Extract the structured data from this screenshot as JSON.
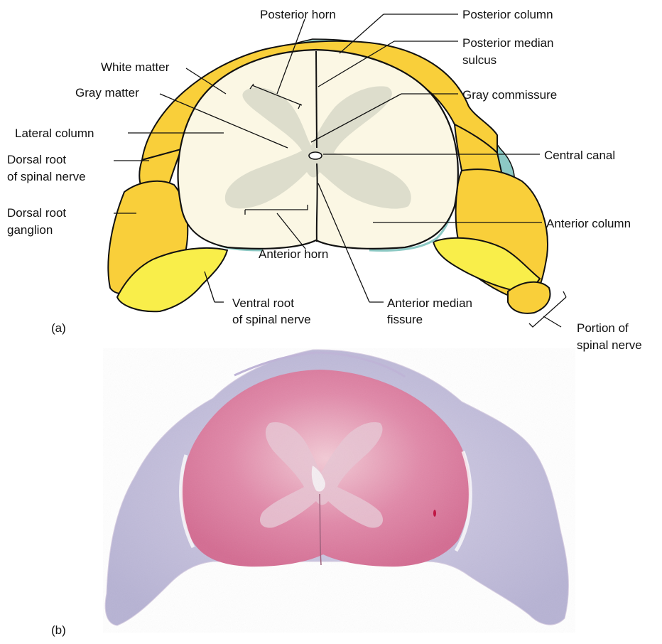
{
  "panel_a": {
    "caption": "(a)",
    "labels": {
      "posterior_horn": "Posterior horn",
      "posterior_column": "Posterior column",
      "posterior_median_sulcus_1": "Posterior median",
      "posterior_median_sulcus_2": "sulcus",
      "white_matter": "White matter",
      "gray_matter": "Gray matter",
      "gray_commissure": "Gray commissure",
      "lateral_column": "Lateral column",
      "dorsal_root_1": "Dorsal root",
      "dorsal_root_2": "of spinal nerve",
      "central_canal": "Central canal",
      "dorsal_root_ganglion_1": "Dorsal root",
      "dorsal_root_ganglion_2": "ganglion",
      "anterior_column": "Anterior column",
      "anterior_horn": "Anterior horn",
      "ventral_root_1": "Ventral root",
      "ventral_root_2": "of spinal nerve",
      "anterior_median_fissure_1": "Anterior median",
      "anterior_median_fissure_2": "fissure",
      "portion_spinal_nerve_1": "Portion of",
      "portion_spinal_nerve_2": "spinal nerve"
    },
    "colors": {
      "nerve_yellow": "#f9cf3a",
      "nerve_light_yellow": "#f9ee4a",
      "white_matter": "#fbf7e4",
      "gray_matter": "#ddddcc",
      "meninges": "#8cc9c4",
      "outline": "#111111"
    }
  },
  "panel_b": {
    "caption": "(b)",
    "colors": {
      "tissue_pink": "#d9739a",
      "tissue_lavender": "#c9c2de",
      "background": "#ffffff"
    }
  }
}
